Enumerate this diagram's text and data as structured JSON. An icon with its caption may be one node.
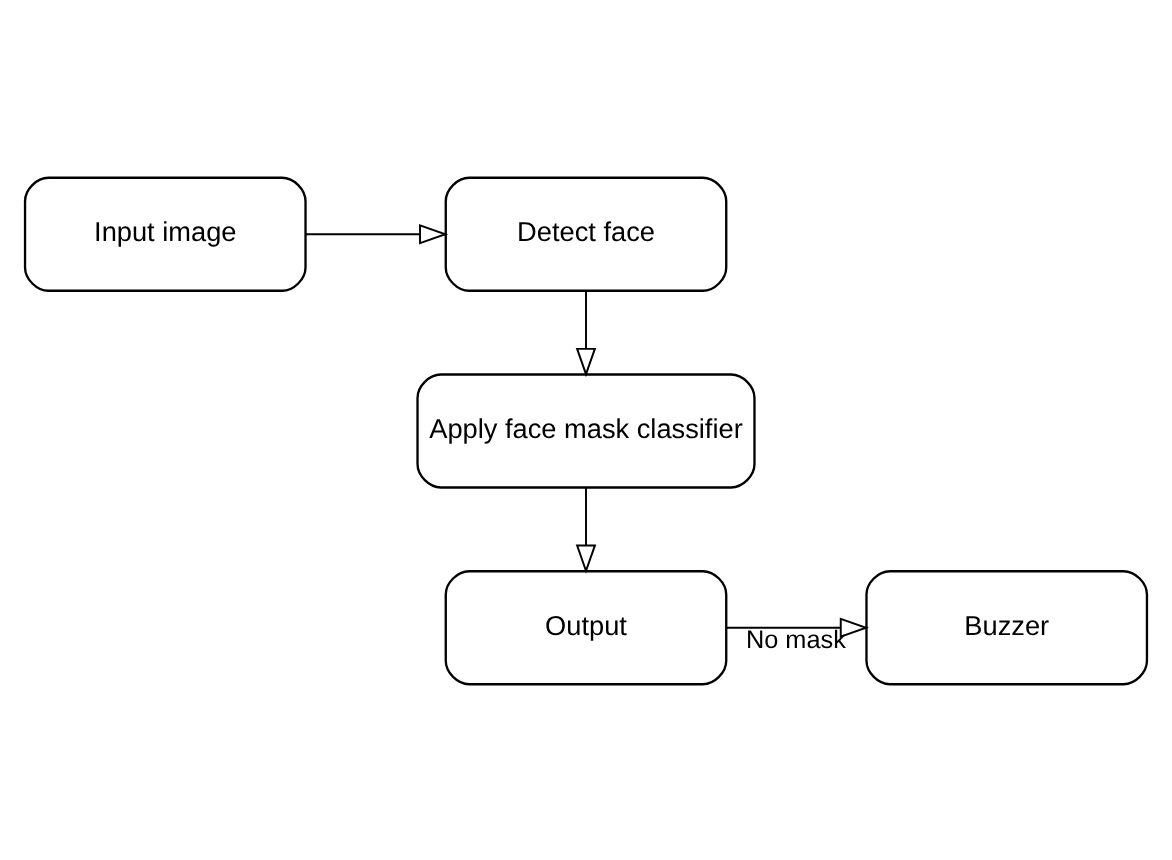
{
  "diagram": {
    "nodes": [
      {
        "text": [
          "Input image"
        ]
      },
      {
        "text": [
          "Detect face"
        ]
      },
      {
        "text": [
          "Apply face mask classifier"
        ]
      },
      {
        "text": [
          "Output"
        ]
      },
      {
        "text": [
          "Buzzer"
        ]
      }
    ],
    "edges": [
      {
        "from": 0,
        "to": 1,
        "arrow": "to"
      },
      {
        "from": 1,
        "to": 2,
        "arrow": "to"
      },
      {
        "from": 2,
        "to": 3,
        "arrow": "to"
      },
      {
        "from": 3,
        "to": 4,
        "arrow": "to",
        "label": "No mask"
      }
    ]
  }
}
